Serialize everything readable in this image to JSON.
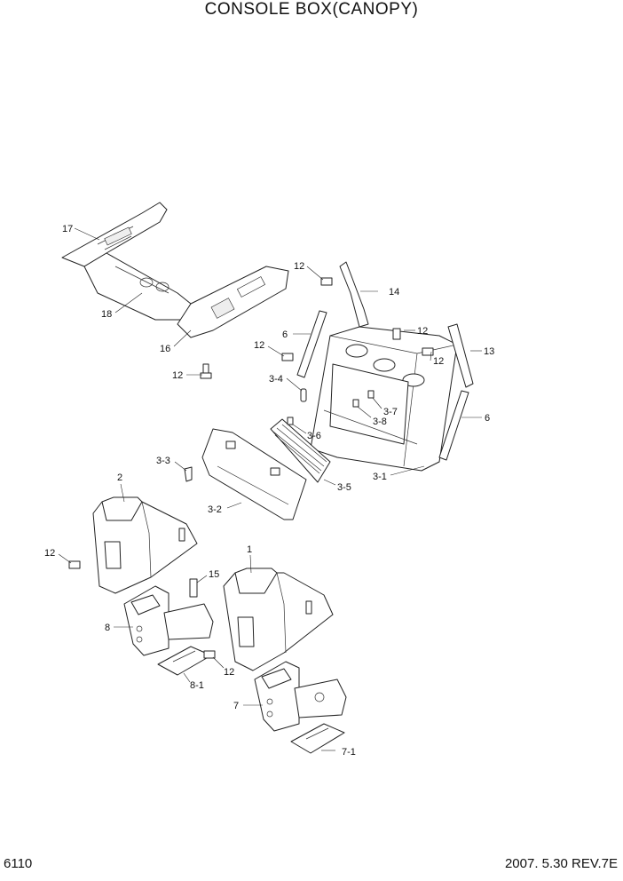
{
  "header": {
    "title": "CONSOLE BOX(CANOPY)"
  },
  "footer": {
    "page_number": "6110",
    "revision": "2007. 5.30  REV.7E"
  },
  "callouts": {
    "c17": "17",
    "c18": "18",
    "c16": "16",
    "c12a": "12",
    "c12b": "12",
    "c14": "14",
    "c6a": "6",
    "c12c": "12",
    "c12d": "12",
    "c12e": "12",
    "c13": "13",
    "c3_4": "3-4",
    "c3_7": "3-7",
    "c3_8": "3-8",
    "c6b": "6",
    "c3_6": "3-6",
    "c3_3": "3-3",
    "c3_1": "3-1",
    "c3_5": "3-5",
    "c2": "2",
    "c3_2": "3-2",
    "c12f": "12",
    "c1": "1",
    "c15": "15",
    "c8": "8",
    "c12g": "12",
    "c8_1": "8-1",
    "c7": "7",
    "c7_1": "7-1"
  }
}
